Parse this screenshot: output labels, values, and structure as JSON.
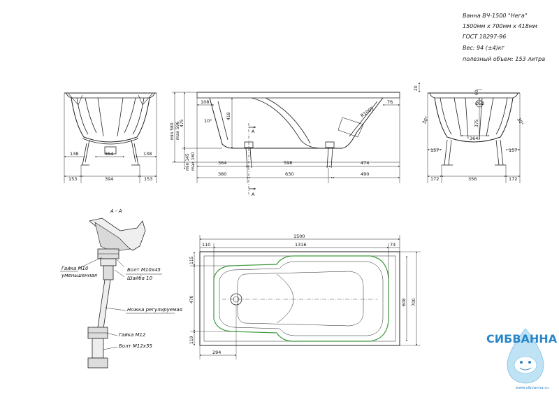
{
  "spec": {
    "model": "Ванна ВЧ-1500 \"Нега\"",
    "size": "1500мм x 700мм x 418мм",
    "standard": "ГОСТ 18297-96",
    "weight": "Вес: 94 (±4)кг",
    "volume": "полезный объем: 153 литра"
  },
  "front_view": {
    "dims": [
      "138",
      "364",
      "138",
      "153",
      "394",
      "153"
    ]
  },
  "side_view": {
    "dims_top": [
      "108",
      "76",
      "418",
      "10°",
      "R1005"
    ],
    "dims_bottom": [
      "364",
      "598",
      "474",
      "380",
      "630",
      "490"
    ],
    "vertical": [
      "min 580",
      "max 596",
      "475",
      "min 145",
      "max 160"
    ],
    "section_mark": "A"
  },
  "end_view": {
    "dims": [
      "20",
      "60",
      "Ø52",
      "375",
      "157",
      "157",
      "172",
      "356",
      "172",
      "364",
      "30°",
      "30°"
    ]
  },
  "section": {
    "title": "A - A",
    "labels": {
      "nut_m10": "Гайка М10",
      "nut_m10_sub": "уменьшенная",
      "bolt_m10": "Болт М10х45",
      "washer": "Шайба 10",
      "leg": "Ножка регулируемая",
      "nut_m12": "Гайка М12",
      "bolt_m12": "Болт М12х55"
    }
  },
  "plan_view": {
    "length": "1500",
    "inner_length": "1316",
    "left_offset": "110",
    "right_offset": "74",
    "top_margin": "115",
    "inner_width": "470",
    "bottom_margin": "119",
    "inner_width2": "608",
    "width": "700",
    "drain_offset": "294"
  },
  "logo": {
    "name": "СИБВАННА",
    "url": "www.sibvanna.ru"
  },
  "colors": {
    "line": "#222222",
    "green": "#3a9a3a",
    "logo_blue": "#2a86c8"
  }
}
